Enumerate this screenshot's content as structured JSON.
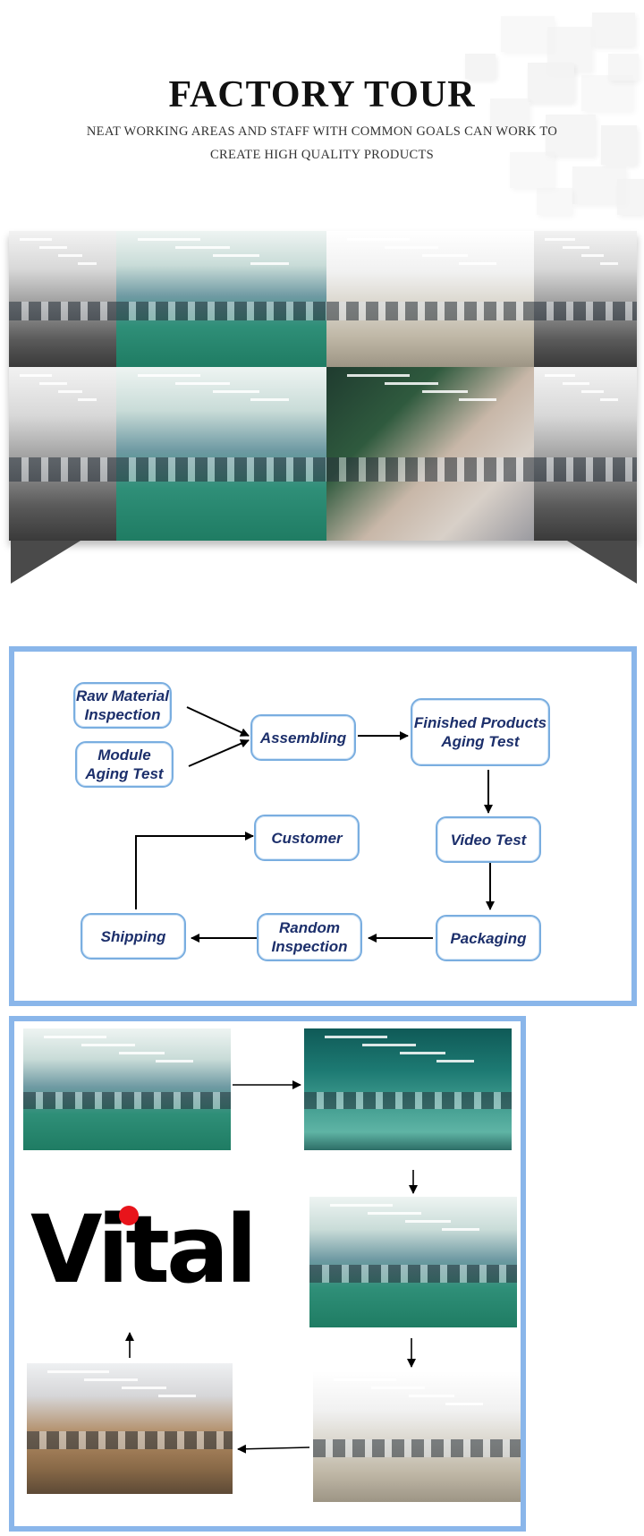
{
  "header": {
    "title": "FACTORY TOUR",
    "subtitle": "NEAT WORKING AREAS AND STAFF WITH COMMON GOALS CAN WORK TO CREATE HIGH QUALITY PRODUCTS"
  },
  "gallery": {
    "photos": [
      {
        "name": "photo-assembly-hall-grayscale",
        "scene": "grayscale"
      },
      {
        "name": "photo-workers-at-benches",
        "scene": "green-floor"
      },
      {
        "name": "photo-smt-production-floor",
        "scene": "bright-floor"
      },
      {
        "name": "photo-machine-line-grayscale",
        "scene": "grayscale"
      },
      {
        "name": "photo-equipment-room-grayscale",
        "scene": "grayscale"
      },
      {
        "name": "photo-smt-machines",
        "scene": "green-floor"
      },
      {
        "name": "photo-hands-assembling-board",
        "scene": "closeup"
      },
      {
        "name": "photo-cleanroom-staff-grayscale",
        "scene": "grayscale"
      }
    ]
  },
  "flow": {
    "nodes": {
      "raw_material": "Raw Material\nInspection",
      "module_aging": "Module\nAging Test",
      "assembling": "Assembling",
      "finished_aging": "Finished Products\nAging Test",
      "video_test": "Video Test",
      "packaging": "Packaging",
      "random_inspection": "Random\nInspection",
      "shipping": "Shipping",
      "customer": "Customer"
    }
  },
  "process": {
    "brand": {
      "text": "Vital",
      "dot_color": "#e8141b"
    },
    "photos": [
      {
        "name": "process-photo-assembly-line",
        "scene": "green-floor"
      },
      {
        "name": "process-photo-aging-racks",
        "scene": "teal"
      },
      {
        "name": "process-photo-production-aisle",
        "scene": "green-floor"
      },
      {
        "name": "process-photo-testing-area",
        "scene": "bright-floor"
      },
      {
        "name": "process-photo-packing-room",
        "scene": "warm"
      }
    ]
  },
  "colors": {
    "frame_blue": "#8ab6ea",
    "node_text": "#1c2f6b",
    "ribbon": "#4a4a4a"
  }
}
